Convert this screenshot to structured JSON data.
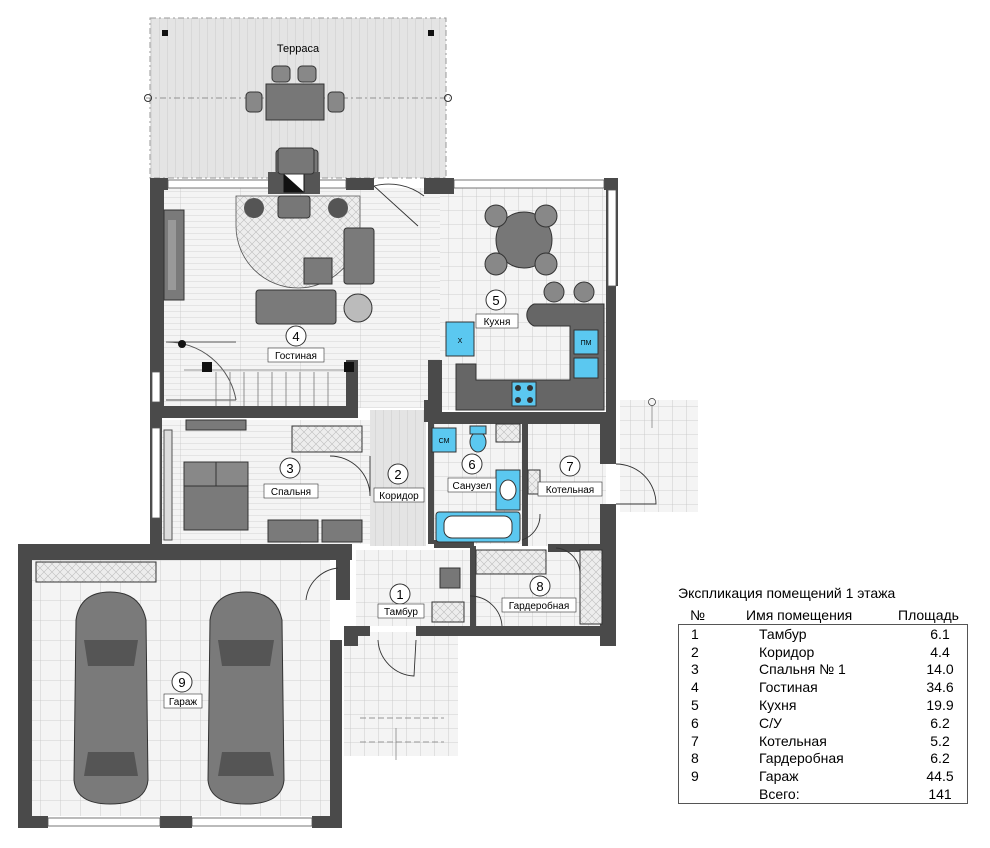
{
  "rooms": [
    {
      "num": "1",
      "name": "Тамбур"
    },
    {
      "num": "2",
      "name": "Коридор"
    },
    {
      "num": "3",
      "name": "Спальня"
    },
    {
      "num": "4",
      "name": "Гостиная"
    },
    {
      "num": "5",
      "name": "Кухня"
    },
    {
      "num": "6",
      "name": "Санузел"
    },
    {
      "num": "7",
      "name": "Котельная"
    },
    {
      "num": "8",
      "name": "Гардеробная"
    },
    {
      "num": "9",
      "name": "Гараж"
    }
  ],
  "terrace_label": "Терраса",
  "fixtures": {
    "washer": "СМ",
    "dishwasher": "ПМ",
    "fridge": "Х"
  },
  "explication": {
    "title": "Экспликация помещений 1 этажа",
    "col_num": "№",
    "col_name": "Имя помещения",
    "col_area": "Площадь",
    "rows": [
      {
        "num": "1",
        "name": "Тамбур",
        "area": "6.1"
      },
      {
        "num": "2",
        "name": "Коридор",
        "area": "4.4"
      },
      {
        "num": "3",
        "name": "Спальня № 1",
        "area": "14.0"
      },
      {
        "num": "4",
        "name": "Гостиная",
        "area": "34.6"
      },
      {
        "num": "5",
        "name": "Кухня",
        "area": "19.9"
      },
      {
        "num": "6",
        "name": "С/У",
        "area": "6.2"
      },
      {
        "num": "7",
        "name": "Котельная",
        "area": "5.2"
      },
      {
        "num": "8",
        "name": "Гардеробная",
        "area": "6.2"
      },
      {
        "num": "9",
        "name": "Гараж",
        "area": "44.5"
      }
    ],
    "total_label": "Всего:",
    "total_area": "141"
  },
  "colors": {
    "wall": "#4a4a4a",
    "furniture": "#7a7a7a",
    "fixture": "#5bc8f0",
    "floor": "#f2f2f2",
    "terrace": "#e6e6e6"
  }
}
